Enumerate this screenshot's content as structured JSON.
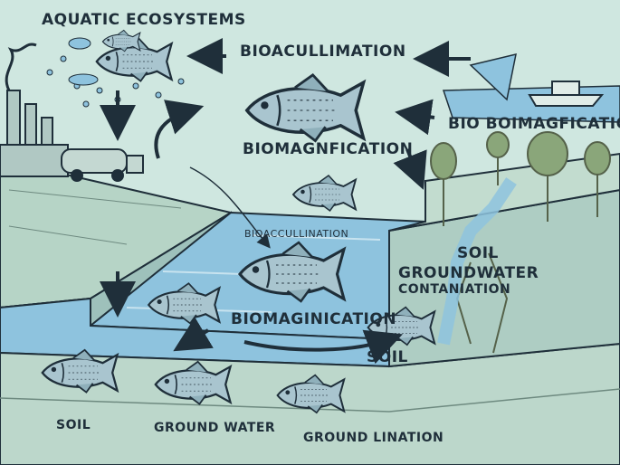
{
  "diagram": {
    "title": "AQUATIC ECOSYSTEMS",
    "labels": {
      "bioaccumulation_top": "BIOACULLIMATION",
      "bio_biomagnification": "BIO BOIMAGFICATIO",
      "biomagnification_mid": "BIOMAGNFICATION",
      "bioaccumulation_water": "BIOACCULLINATION",
      "soil_right": "SOIL",
      "groundwater": "GROUNDWATER",
      "contamination": "CONTANIATION",
      "biomagnification_low": "BIOMAGINICATION",
      "soil_mid": "SOIL",
      "soil_bottom": "SOIL",
      "ground_water_bottom": "GROUND WATER",
      "groundlination": "GROUND LINATION"
    },
    "colors": {
      "background": "#cfe7e0",
      "water": "#8ec3de",
      "soil": "#a9cbc4",
      "ink": "#1f2f3a",
      "fish": "#a9c5cf",
      "plant": "#55624a"
    },
    "icons": [
      "fish-icon",
      "factory-icon",
      "truck-icon",
      "boat-icon",
      "tree-icon",
      "arrow-icon",
      "rain-drops-icon"
    ]
  }
}
